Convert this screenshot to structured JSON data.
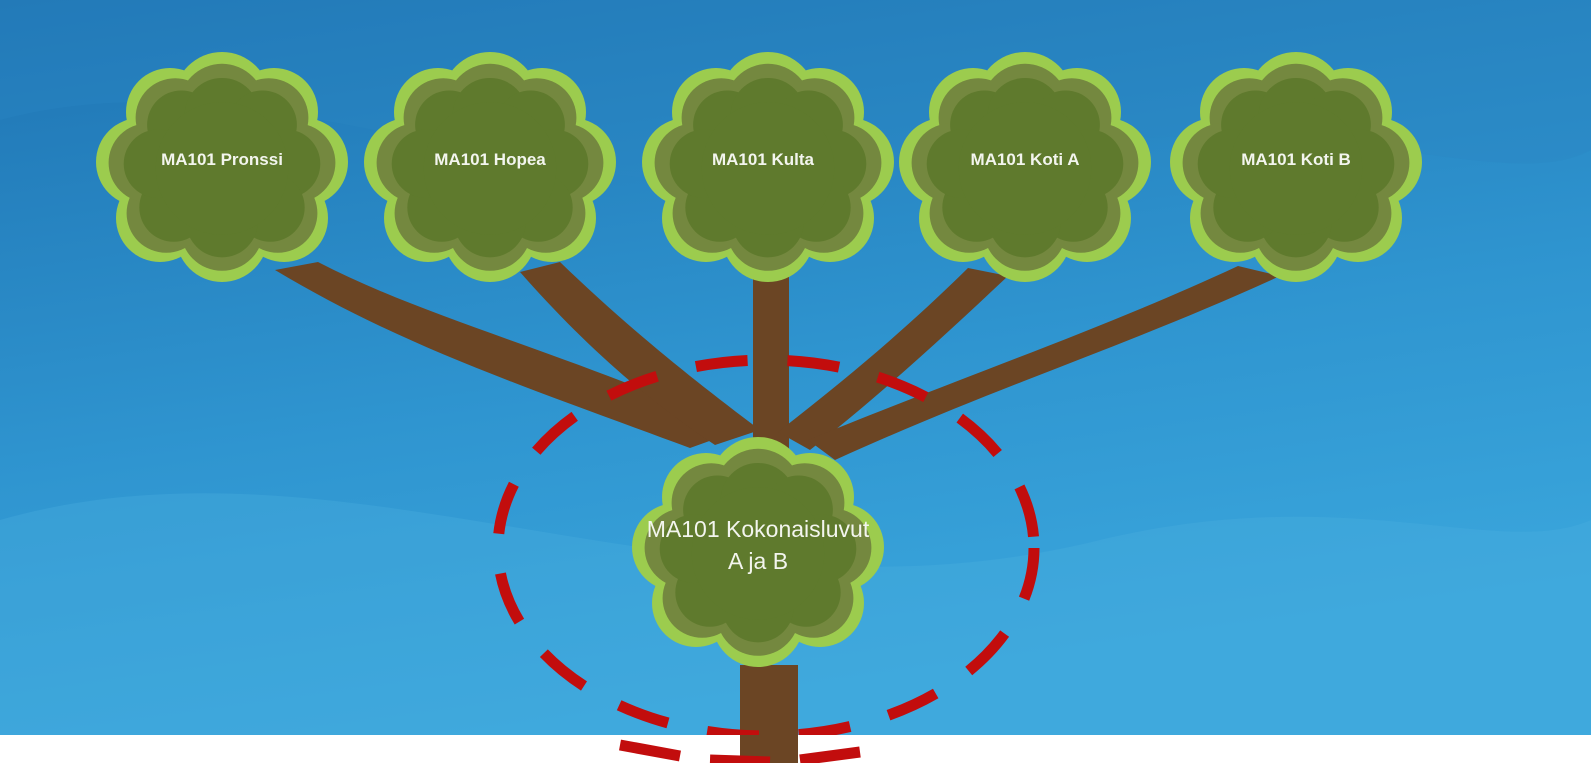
{
  "colors": {
    "sky_top": "#2479b8",
    "sky_bottom": "#3aa2d8",
    "trunk": "#6b4524",
    "cloud_outline": "#9ccc4e",
    "cloud_mid": "#74883f",
    "cloud_core": "#5f7a2d",
    "highlight_ring": "#c20d0d"
  },
  "diagram": {
    "top_nodes": [
      {
        "label": "MA101 Pronssi"
      },
      {
        "label": "MA101 Hopea"
      },
      {
        "label": "MA101 Kulta"
      },
      {
        "label": "MA101 Koti A"
      },
      {
        "label": "MA101 Koti B"
      }
    ],
    "root_node": {
      "label_line1": "MA101 Kokonaisluvut",
      "label_line2": "A ja B"
    }
  }
}
